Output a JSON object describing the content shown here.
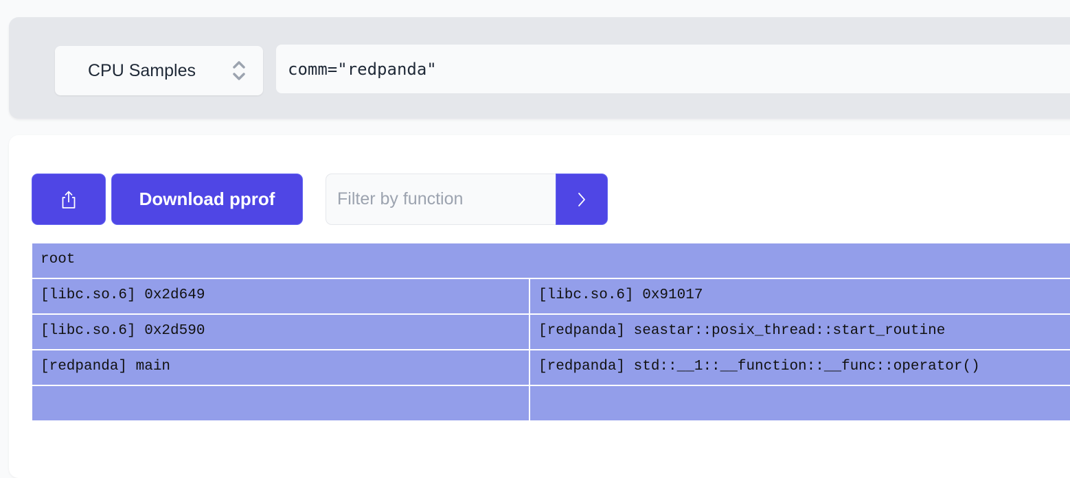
{
  "query_bar": {
    "profile_type": "CPU Samples",
    "query": "comm=\"redpanda\""
  },
  "toolbar": {
    "share_icon": "share-icon",
    "download_label": "Download pprof",
    "filter_placeholder": "Filter by function",
    "filter_value": "",
    "filter_submit_icon": "chevron-right-icon"
  },
  "colors": {
    "accent": "#4f46e5",
    "flame_frame": "#939eea",
    "panel_bg": "#e5e7eb",
    "page_bg": "#f9fafb"
  },
  "flamegraph": {
    "rows": [
      {
        "frames": [
          {
            "label": "root"
          }
        ]
      },
      {
        "frames": [
          {
            "label": "[libc.so.6] 0x2d649"
          },
          {
            "label": "[libc.so.6] 0x91017"
          }
        ]
      },
      {
        "frames": [
          {
            "label": "[libc.so.6] 0x2d590"
          },
          {
            "label": "[redpanda] seastar::posix_thread::start_routine"
          }
        ]
      },
      {
        "frames": [
          {
            "label": "[redpanda] main"
          },
          {
            "label": "[redpanda] std::__1::__function::__func::operator()"
          }
        ]
      },
      {
        "frames": [
          {
            "label": ""
          },
          {
            "label": ""
          }
        ]
      }
    ]
  }
}
